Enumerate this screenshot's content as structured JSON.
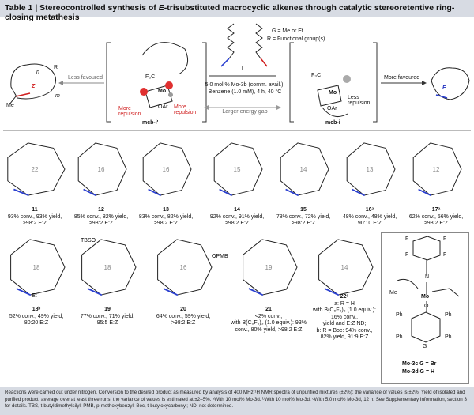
{
  "header": {
    "title_prefix": "Table 1 | Stereocontrolled synthesis of ",
    "title_em": "E",
    "title_suffix": "-trisubstituted macrocyclic alkenes through catalytic stereoretentive ring-closing metathesis"
  },
  "scheme": {
    "legend_g": "G = Me or Et",
    "legend_r": "R = Functional group(s)",
    "substrate_label": "I",
    "conditions_line1": "5.0 mol % Mo-3b (comm. avail.),",
    "conditions_line2": "Benzene (1.0 mM), 4 h, 40 °C",
    "left_arrow": "Less favoured",
    "right_arrow": "More favoured",
    "energy_gap": "Larger energy gap",
    "left_int": "mcb-i'",
    "right_int": "mcb-i",
    "more_repulsion": "More repulsion",
    "less_repulsion": "Less repulsion",
    "z_label": "Z",
    "e_label": "E",
    "f3cn": "F₃C",
    "mo": "Mo",
    "oar": "OAr",
    "me": "Me",
    "ring_n": "n",
    "ring_m": "m",
    "ring_r": "R"
  },
  "row1": [
    {
      "num": "11",
      "ring": "22",
      "text": "93% conv., 93% yield,",
      "ez": ">98:2 E:Z"
    },
    {
      "num": "12",
      "ring": "16",
      "text": "85% conv., 82% yield,",
      "ez": ">98:2 E:Z"
    },
    {
      "num": "13",
      "ring": "16",
      "text": "83% conv., 82% yield,",
      "ez": ">98:2 E:Z"
    },
    {
      "num": "14",
      "ring": "15",
      "text": "92% conv., 91% yield,",
      "ez": ">98:2 E:Z"
    },
    {
      "num": "15",
      "ring": "14",
      "text": "78% conv., 72% yield,",
      "ez": ">98:2 E:Z"
    },
    {
      "num": "16ᵃ",
      "ring": "13",
      "text": "48% conv., 48% yield,",
      "ez": "90:10 E:Z"
    },
    {
      "num": "17ᵃ",
      "ring": "12",
      "text": "62% conv., 56% yield,",
      "ez": ">98:2 E:Z"
    }
  ],
  "row2": [
    {
      "num": "18ᵇ",
      "ring": "18",
      "text": "52% conv., 49% yield,",
      "ez": "80:20 E:Z",
      "sub": "Et"
    },
    {
      "num": "19",
      "ring": "18",
      "text": "77% conv., 71% yield,",
      "ez": "95:5 E:Z",
      "sub": "TBSO"
    },
    {
      "num": "20",
      "ring": "16",
      "text": "64% conv., 59% yield,",
      "ez": ">98:2 E:Z",
      "sub": "OPMB"
    },
    {
      "num": "21",
      "ring": "19",
      "text": "<2% conv.;",
      "ez": "with B(C₆F₅)₃ (1.0 equiv.): 93% conv., 80% yield, >98:2 E:Z"
    },
    {
      "num": "22ᶜ",
      "ring": "14",
      "lines": [
        "a: R = H",
        "with B(C₆F₅)₃ (1.0 equiv.):",
        "16% conv.,",
        "yield and E:Z ND;",
        "b: R = Boc: 94% conv.,",
        "82% yield, 91:9 E:Z"
      ]
    }
  ],
  "catalyst": {
    "mo3c": "Mo-3c  G = Br",
    "mo3d": "Mo-3d  G = H",
    "g": "G",
    "f": "F",
    "ph": "Ph",
    "mo": "Mo",
    "n": "N",
    "me": "Me",
    "o": "O"
  },
  "footnote": {
    "text": "Reactions were carried out under nitrogen. Conversion to the desired product as measured by analysis of 400 MHz ¹H NMR spectra of unpurified mixtures (±2%); the variance of values is ±2%. Yield of isolated and purified product, average over at least three runs; the variance of values is estimated at ±2–5%. ᵃWith 10 mol% Mo-3d. ᵇWith 10 mol% Mo-3d. ᶜWith 5.0 mol% Mo-3d, 12 h. See Supplementary Information, section 3 for details. TBS, t-butyldimethylsilyl; PMB, p-methoxybenzyl; Boc, t-butyloxycarbonyl; ND, not determined."
  },
  "colors": {
    "header_bg": "#d7dbe3",
    "alkene_blue": "#2a3fd0",
    "alkene_red": "#d01f1f",
    "ring_gray": "#8a8a8a"
  }
}
